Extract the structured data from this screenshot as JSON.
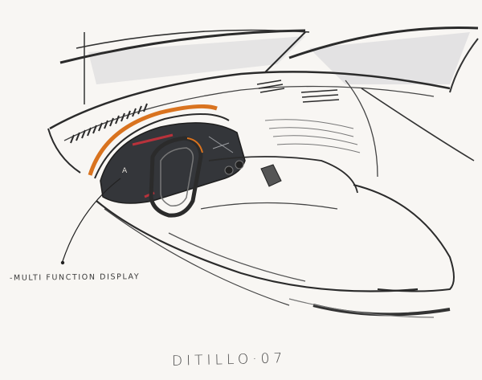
{
  "sketch": {
    "caption": "-MULTI FUNCTION DISPLAY",
    "signature": "DITILLO·07",
    "callout_letter": "A"
  },
  "colors": {
    "paper": "#f8f6f3",
    "graphite": "#2b2b2b",
    "accent_orange": "#d9731f",
    "accent_red": "#b8323b",
    "display_dark": "#34363a"
  }
}
